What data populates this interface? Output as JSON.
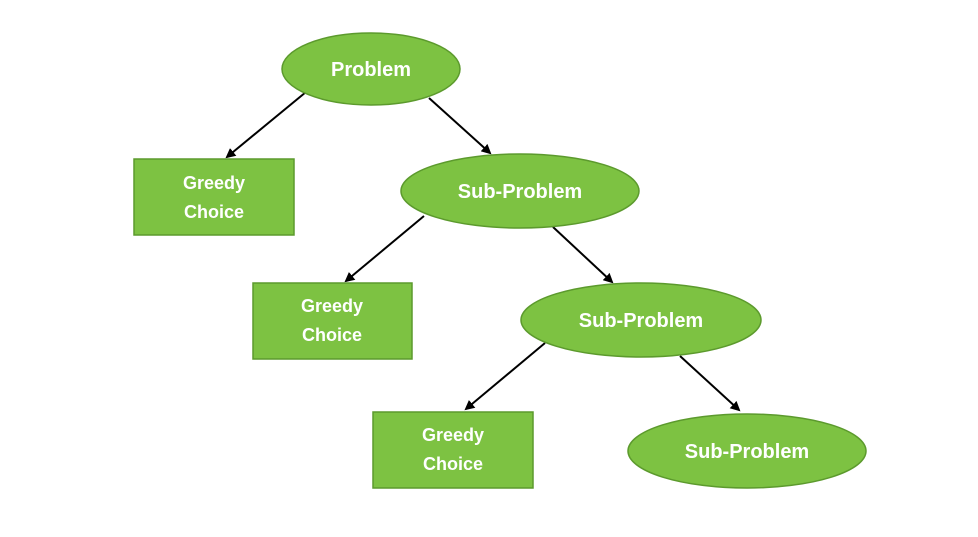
{
  "colors": {
    "node_fill": "#7dc242",
    "node_stroke": "#5c9a2d",
    "edge": "#000000",
    "text": "#ffffff"
  },
  "nodes": {
    "root": {
      "label": "Problem",
      "shape": "ellipse"
    },
    "choice1": {
      "lines": [
        "Greedy",
        "Choice"
      ],
      "shape": "rect"
    },
    "sub1": {
      "label": "Sub-Problem",
      "shape": "ellipse"
    },
    "choice2": {
      "lines": [
        "Greedy",
        "Choice"
      ],
      "shape": "rect"
    },
    "sub2": {
      "label": "Sub-Problem",
      "shape": "ellipse"
    },
    "choice3": {
      "lines": [
        "Greedy",
        "Choice"
      ],
      "shape": "rect"
    },
    "sub3": {
      "label": "Sub-Problem",
      "shape": "ellipse"
    }
  },
  "edges": [
    {
      "from": "root",
      "to": "choice1"
    },
    {
      "from": "root",
      "to": "sub1"
    },
    {
      "from": "sub1",
      "to": "choice2"
    },
    {
      "from": "sub1",
      "to": "sub2"
    },
    {
      "from": "sub2",
      "to": "choice3"
    },
    {
      "from": "sub2",
      "to": "sub3"
    }
  ]
}
